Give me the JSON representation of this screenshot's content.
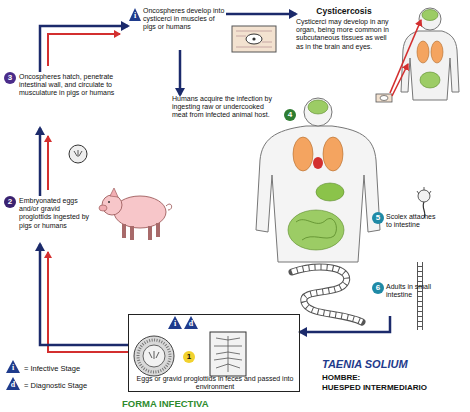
{
  "diagram": {
    "title": "TAENIA SOLIUM",
    "nodes": [
      {
        "text": [
          "1",
          "Eggs or gravid proglottids in feces and passed into environment"
        ]
      },
      {
        "text": [
          "2",
          "Embryonated eggs and/or gravid proglottids ingested by pigs or humans"
        ]
      },
      {
        "text": [
          "3",
          "Oncospheres hatch, penetrate intestinal wall, and circulate to musculature in pigs or humans"
        ]
      },
      {
        "text": [
          "Oncospheres develop into cysticerci in muscles of pigs or humans"
        ]
      },
      {
        "text": [
          "Cysticercosis",
          "Cysticerci may develop in any organ, being more common in subcutaneous tissues as well as in the brain and eyes."
        ]
      },
      {
        "text": [
          "4",
          "Humans acquire the infection by ingesting raw or undercooked meat from infected animal host."
        ]
      },
      {
        "text": [
          "5",
          "Scolex attaches to intestine"
        ]
      },
      {
        "text": [
          "6",
          "Adults in small intestine"
        ]
      }
    ],
    "edges": [
      {
        "from": 0,
        "to": 1,
        "arrow": "to"
      },
      {
        "from": 1,
        "to": 2,
        "arrow": "to"
      },
      {
        "from": 2,
        "to": 3,
        "arrow": "to"
      },
      {
        "from": 3,
        "to": 4,
        "arrow": "to"
      },
      {
        "from": 3,
        "to": 5,
        "arrow": "to"
      },
      {
        "from": 7,
        "to": 0,
        "arrow": "to"
      }
    ],
    "labels": [
      "i",
      "i",
      "d",
      "i",
      "d",
      "HOMBRE:",
      "HUESPED INTERMEDIARIO",
      "FORMA INFECTIVA"
    ],
    "legend": [
      {
        "text": "= Infective Stage"
      },
      {
        "text": "= Diagnostic Stage"
      }
    ]
  }
}
